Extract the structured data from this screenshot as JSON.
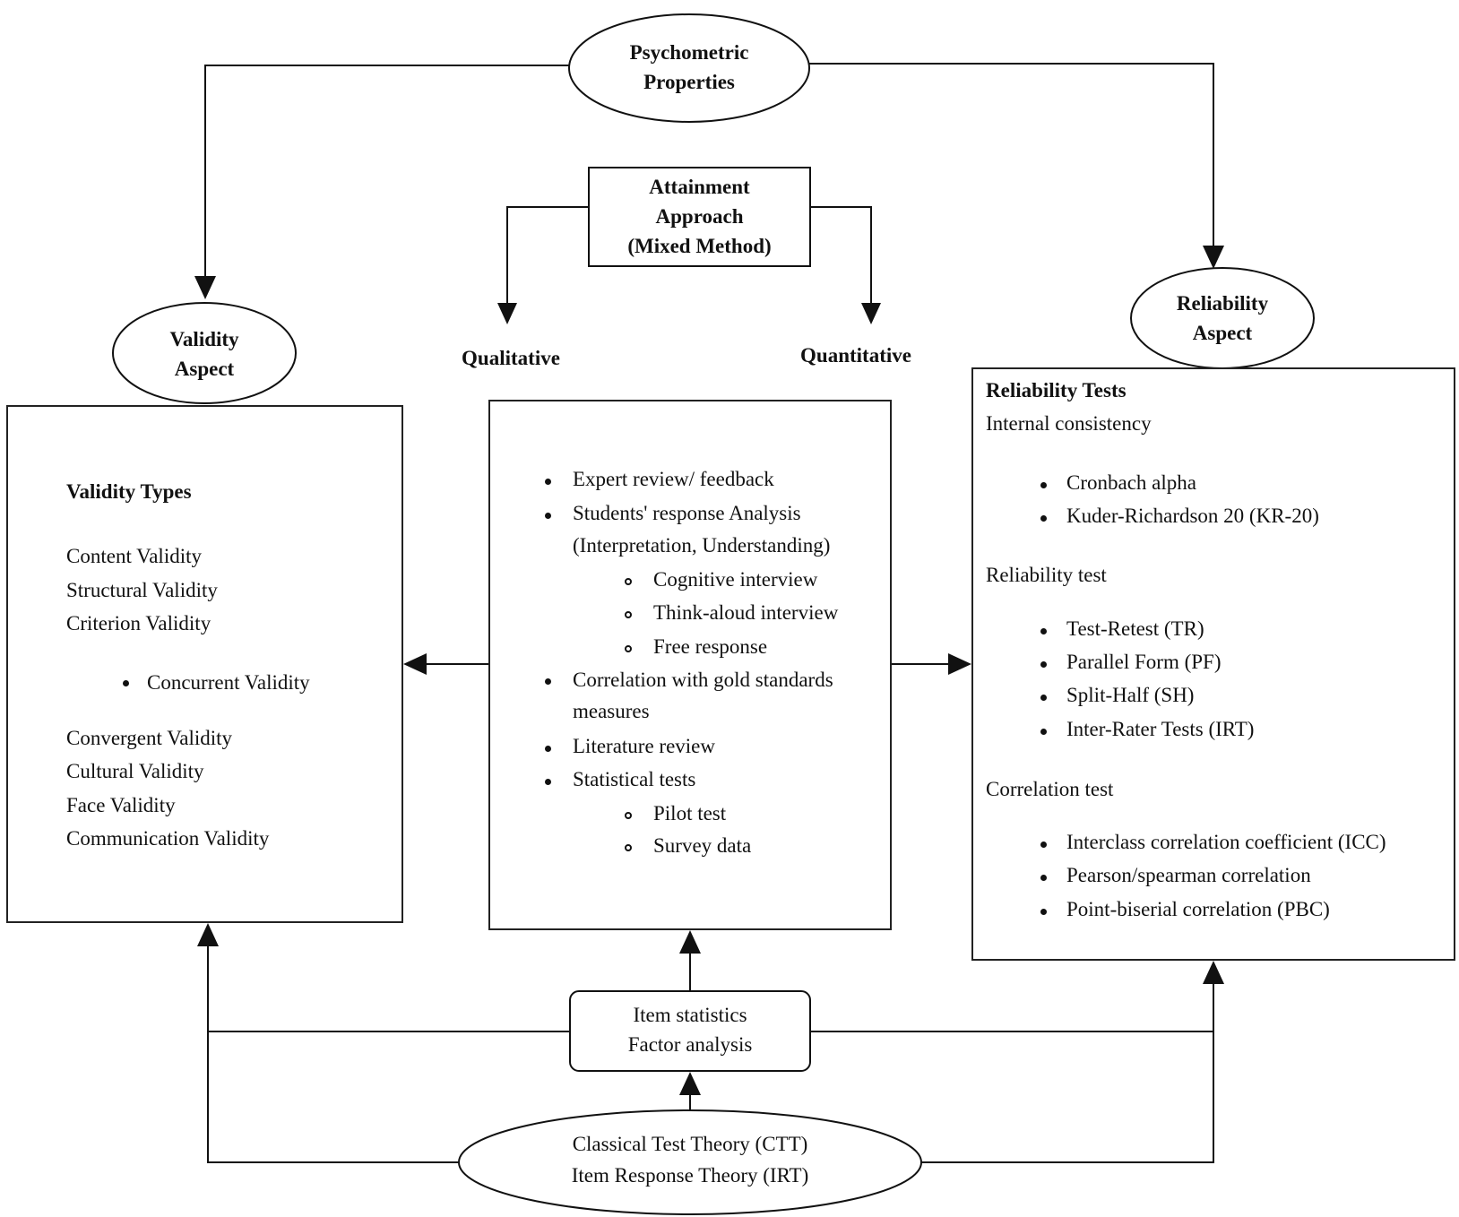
{
  "top_node": {
    "line1": "Psychometric",
    "line2": "Properties"
  },
  "approach": {
    "line1": "Attainment",
    "line2": "Approach",
    "line3": "(Mixed Method)"
  },
  "qualitative": "Qualitative",
  "quantitative": "Quantitative",
  "validity_node": {
    "line1": "Validity",
    "line2": "Aspect"
  },
  "reliability_node": {
    "line1": "Reliability",
    "line2": "Aspect"
  },
  "validity_box": {
    "title": "Validity Types",
    "items_a": [
      "Content Validity",
      "Structural Validity",
      "Criterion Validity"
    ],
    "bullet": "Concurrent Validity",
    "items_b": [
      "Convergent Validity",
      "Cultural Validity",
      "Face Validity",
      "Communication Validity"
    ]
  },
  "methods_box": {
    "items": [
      "Expert review/ feedback",
      "Students' response Analysis",
      "(Interpretation, Understanding)",
      "Cognitive interview",
      "Think-aloud interview",
      "Free response",
      "Correlation with gold standards",
      "measures",
      "Literature review",
      "Statistical tests",
      "Pilot test",
      "Survey data"
    ]
  },
  "reliability_box": {
    "title": "Reliability Tests",
    "section1": "Internal consistency",
    "section1_items": [
      "Cronbach alpha",
      "Kuder-Richardson 20 (KR-20)"
    ],
    "section2": "Reliability test",
    "section2_items": [
      "Test-Retest (TR)",
      "Parallel Form (PF)",
      "Split-Half (SH)",
      "Inter-Rater Tests (IRT)"
    ],
    "section3": "Correlation test",
    "section3_items": [
      "Interclass correlation coefficient (ICC)",
      "Pearson/spearman correlation",
      "Point-biserial correlation (PBC)"
    ]
  },
  "stats_box": {
    "line1": "Item statistics",
    "line2": "Factor analysis"
  },
  "bottom_node": {
    "line1": "Classical Test Theory (CTT)",
    "line2": "Item Response Theory (IRT)"
  }
}
